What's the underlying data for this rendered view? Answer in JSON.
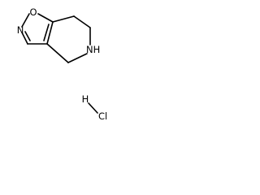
{
  "compound": {
    "ring_atoms": {
      "oxygen": "O",
      "nitrogen_isoxazole": "N",
      "amine_nitrogen": "NH"
    },
    "salt": {
      "hydrogen": "H",
      "chlorine": "Cl"
    }
  },
  "colors": {
    "bond": "#000000",
    "text": "#000000",
    "background": "#ffffff"
  }
}
